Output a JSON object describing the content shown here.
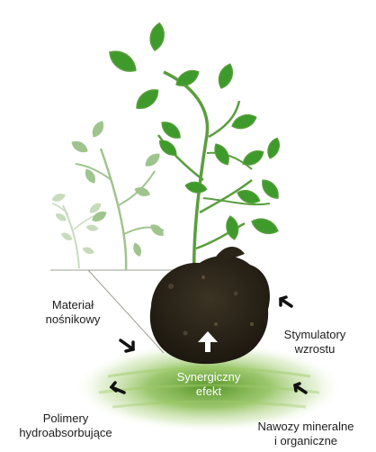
{
  "labels": {
    "material": [
      "Materiał",
      "nośnikowy"
    ],
    "stimulators": [
      "Stymulatory",
      "wzrostu"
    ],
    "polymers": [
      "Polimery",
      "hydroabsorbujące"
    ],
    "fertilizers": [
      "Nawozy mineralne",
      "i organiczne"
    ],
    "synergy": [
      "Synergiczny",
      "efekt"
    ]
  },
  "colors": {
    "leaf_dark": "#3f9a2c",
    "leaf_mid": "#8fbf7a",
    "leaf_light": "#c6dcbc",
    "soil": "#2a2418",
    "glow": "#7ab43c",
    "arrow": "#111111"
  },
  "icons": [
    "arrow-icon",
    "up-arrow-icon",
    "tomato-plant-icon",
    "soil-clump-icon"
  ]
}
